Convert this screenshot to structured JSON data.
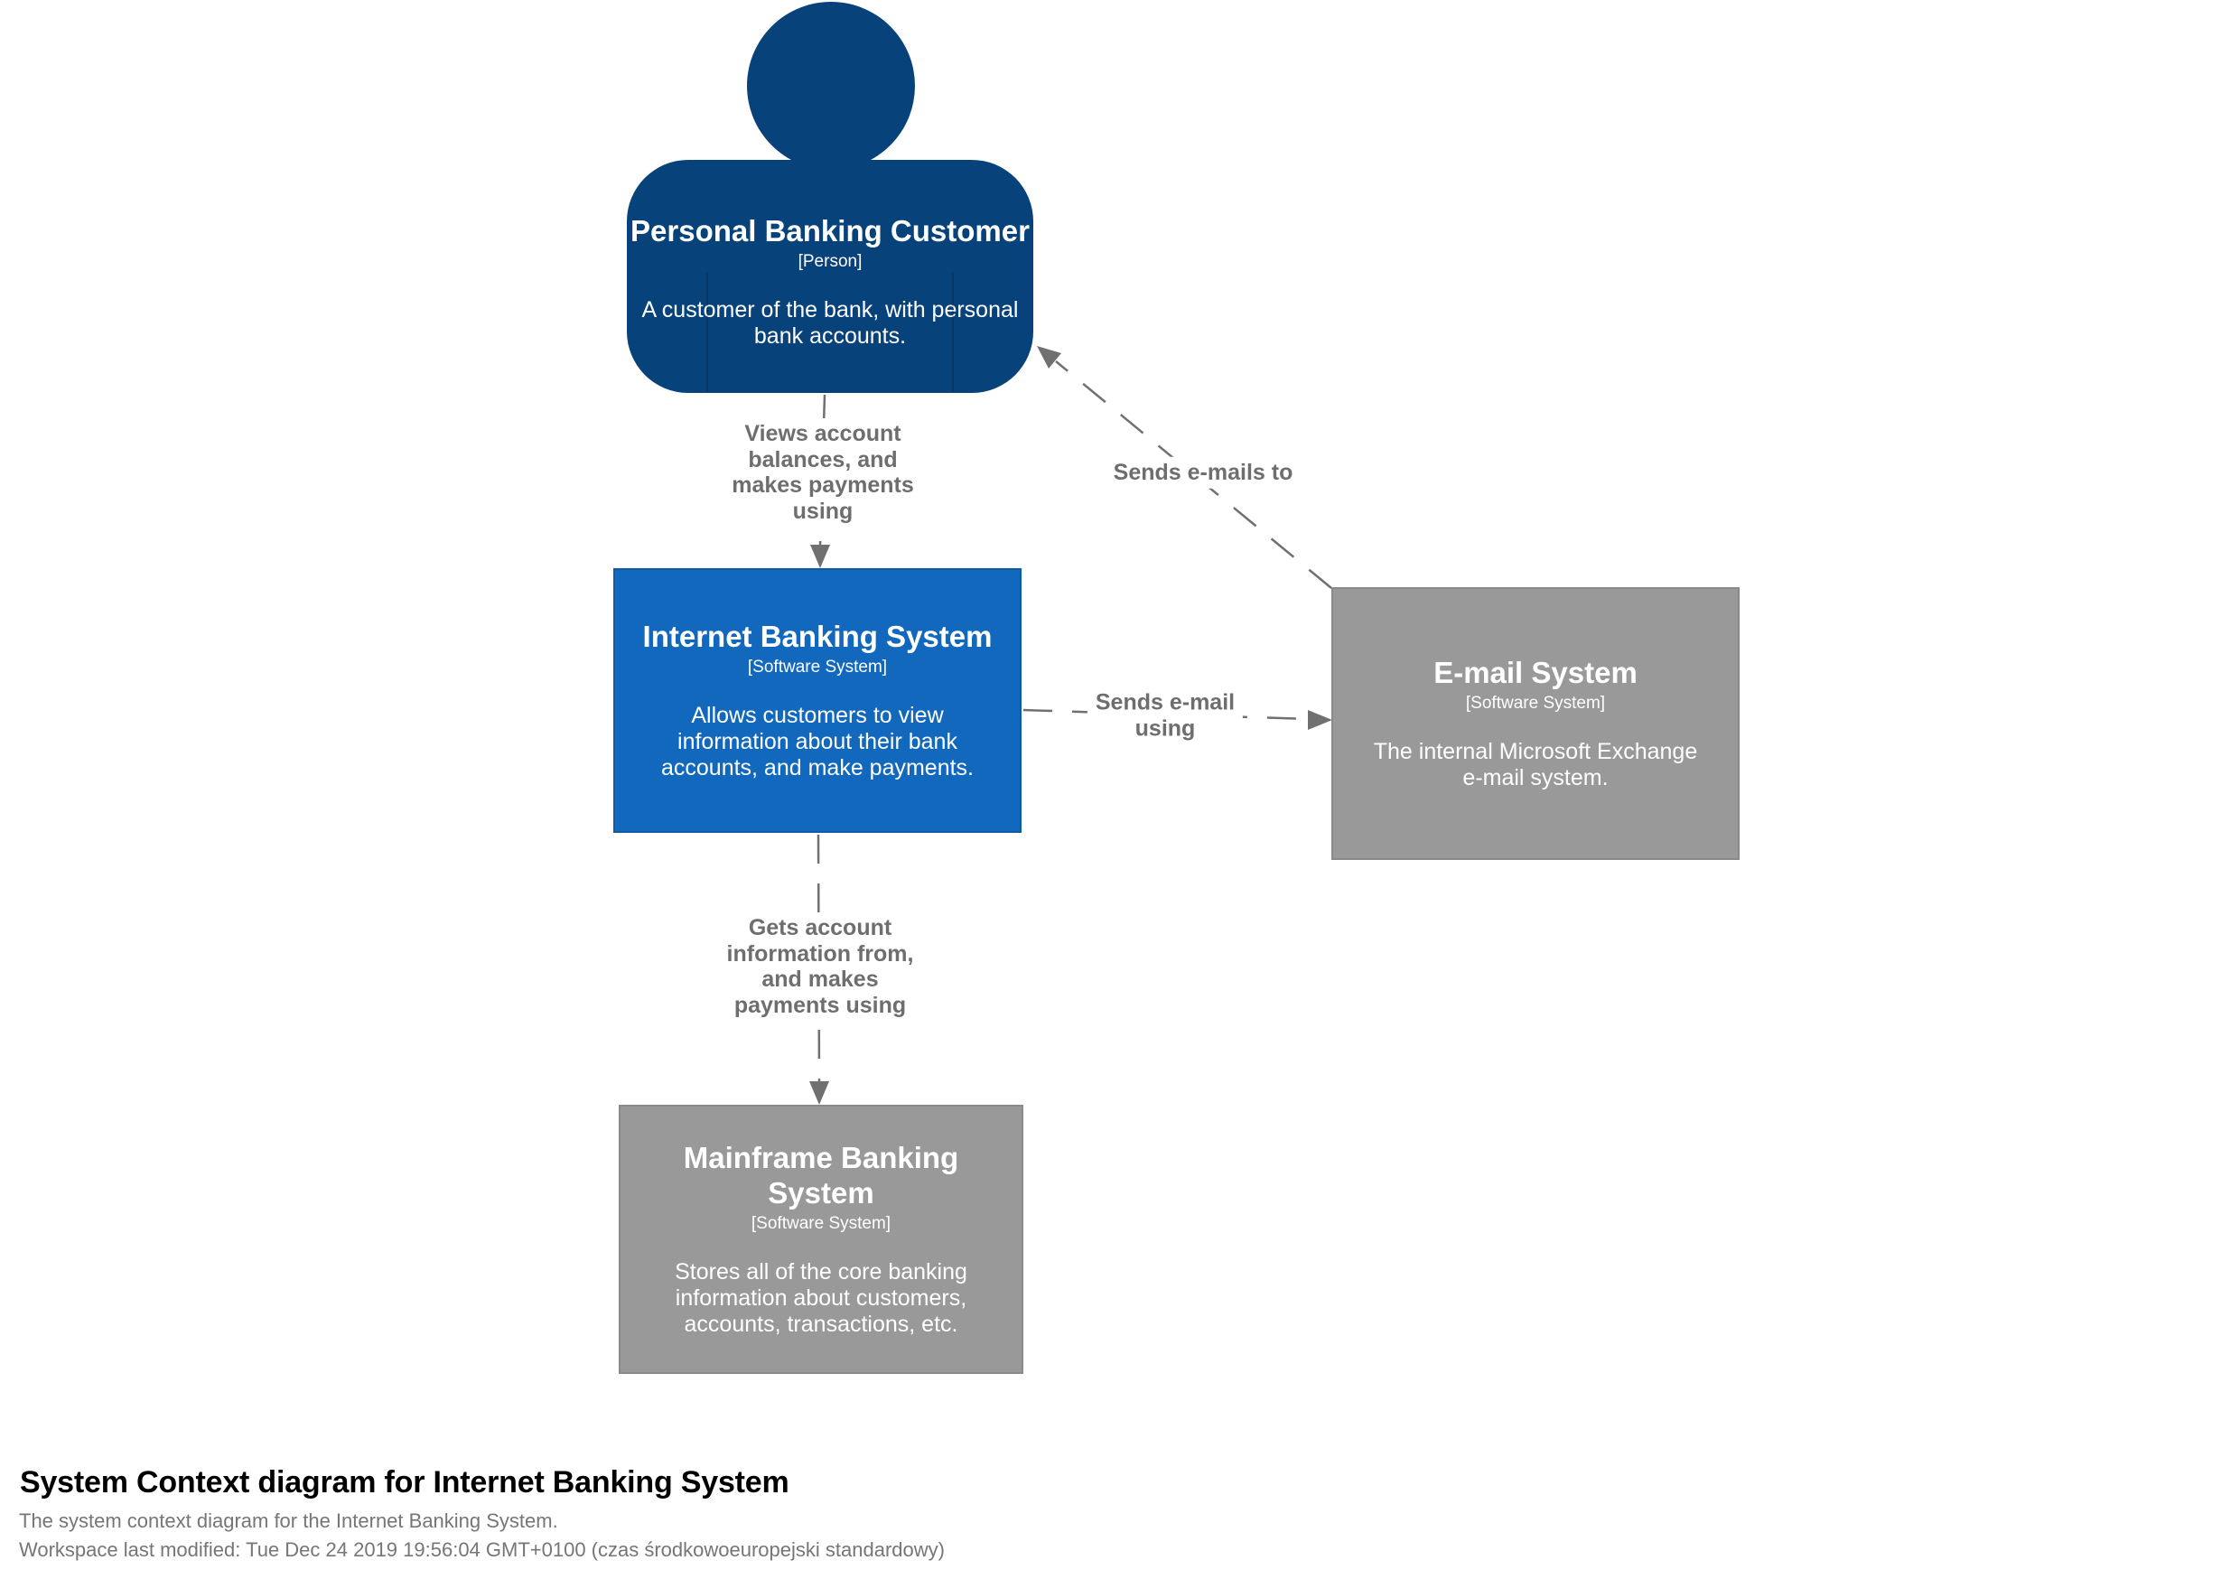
{
  "diagram": {
    "nodes": {
      "person": {
        "name": "Personal Banking Customer",
        "type": "[Person]",
        "description": "A customer of the bank, with personal\nbank accounts."
      },
      "internet_banking_system": {
        "name": "Internet Banking System",
        "type": "[Software System]",
        "description": "Allows customers to view\ninformation about their bank\naccounts, and make payments."
      },
      "email_system": {
        "name": "E-mail System",
        "type": "[Software System]",
        "description": "The internal Microsoft Exchange\ne-mail system."
      },
      "mainframe_banking_system": {
        "name": "Mainframe Banking\nSystem",
        "type": "[Software System]",
        "description": "Stores all of the core banking\ninformation about customers,\naccounts, transactions, etc."
      }
    },
    "relationships": {
      "person_to_internet_banking": {
        "label": "Views account\nbalances, and\nmakes payments\nusing"
      },
      "email_to_person": {
        "label": "Sends e-mails to"
      },
      "internet_banking_to_email": {
        "label": "Sends e-mail\nusing"
      },
      "internet_banking_to_mainframe": {
        "label": "Gets account\ninformation from,\nand makes\npayments using"
      }
    }
  },
  "footer": {
    "title": "System Context diagram for Internet Banking System",
    "subtitle": "The system context diagram for the Internet Banking System.",
    "last_modified": "Workspace last modified: Tue Dec 24 2019 19:56:04 GMT+0100 (czas środkowoeuropejski standardowy)"
  },
  "colors": {
    "bg": "#ffffff",
    "person_fill": "#08427b",
    "system_fill": "#1168bd",
    "external_fill": "#999999",
    "edge_color": "#707070",
    "edge_label_color": "#6e6e6e",
    "node_text": "#ffffff",
    "footer_title_color": "#000000",
    "footer_sub_color": "#767676"
  }
}
